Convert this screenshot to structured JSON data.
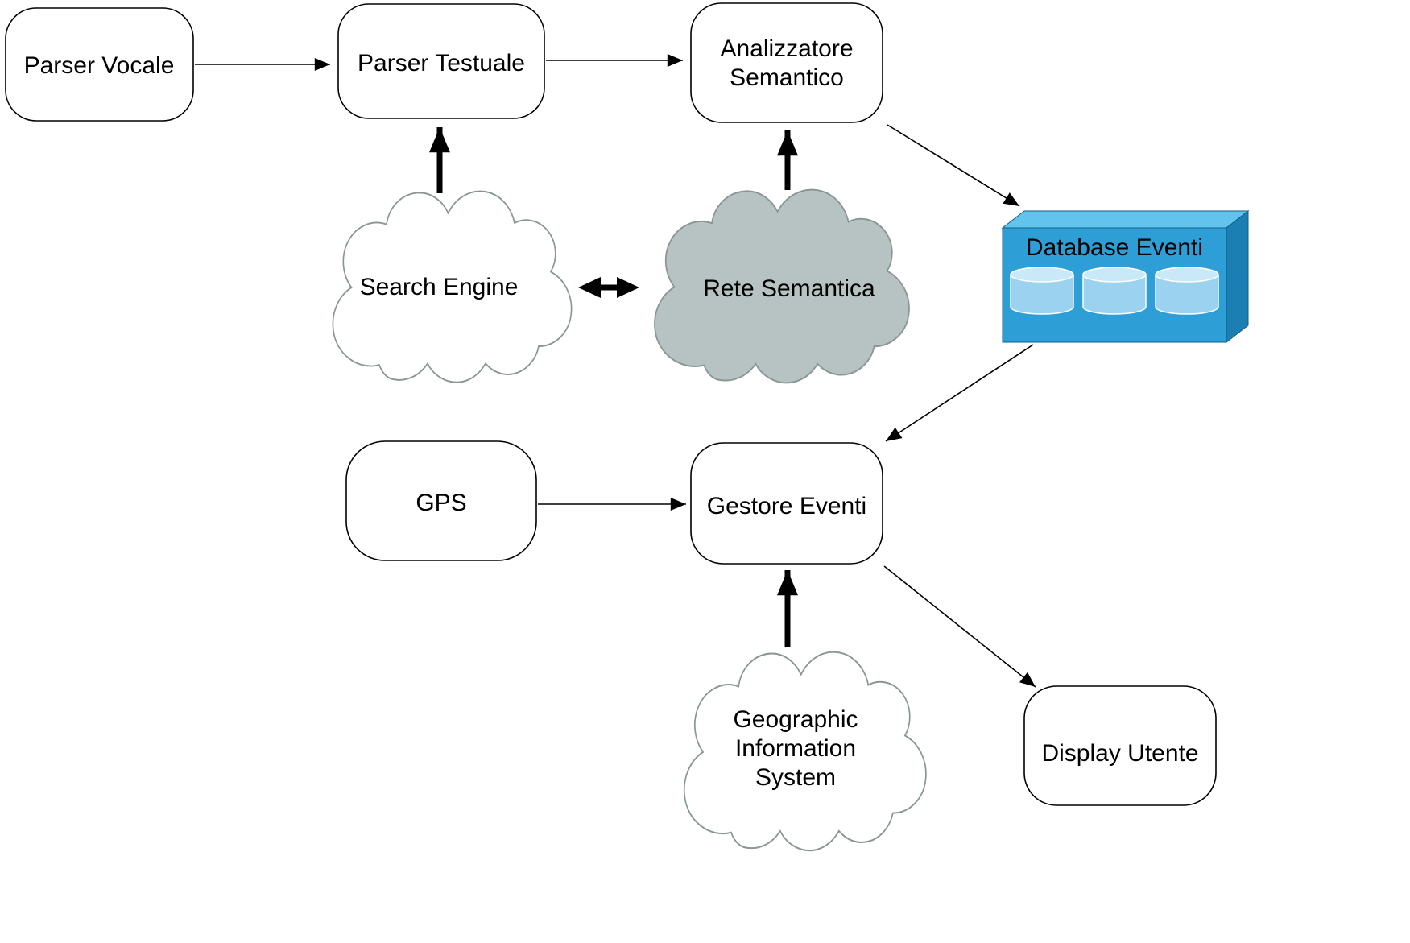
{
  "diagram": {
    "nodes": {
      "parser_vocale": {
        "label": "Parser Vocale"
      },
      "parser_testuale": {
        "label": "Parser Testuale"
      },
      "analizzatore_semantico": {
        "lines": [
          "Analizzatore",
          "Semantico"
        ]
      },
      "search_engine": {
        "label": "Search Engine"
      },
      "rete_semantica": {
        "label": "Rete Semantica"
      },
      "database_eventi": {
        "label": "Database Eventi"
      },
      "gps": {
        "label": "GPS"
      },
      "gestore_eventi": {
        "label": "Gestore Eventi"
      },
      "geographic_information_system": {
        "lines": [
          "Geographic",
          "Information",
          "System"
        ]
      },
      "display_utente": {
        "label": "Display Utente"
      }
    },
    "colors": {
      "db_front": "#2e9fd6",
      "db_top": "#62c4ec",
      "db_side": "#1b7fb4",
      "db_outline": "#0e5e86",
      "cylinder_body": "#9ad2f0",
      "cylinder_top": "#c9e8f8",
      "cloud_gray": "#b7c3c3",
      "cloud_white": "#ffffff",
      "cloud_stroke": "#8a9595"
    },
    "edges": [
      {
        "from": "parser_vocale",
        "to": "parser_testuale",
        "style": "thin"
      },
      {
        "from": "parser_testuale",
        "to": "analizzatore_semantico",
        "style": "thin"
      },
      {
        "from": "search_engine",
        "to": "parser_testuale",
        "style": "thick"
      },
      {
        "from": "rete_semantica",
        "to": "analizzatore_semantico",
        "style": "thick"
      },
      {
        "from": "search_engine",
        "to": "rete_semantica",
        "style": "thick-bidirectional"
      },
      {
        "from": "analizzatore_semantico",
        "to": "database_eventi",
        "style": "thin"
      },
      {
        "from": "database_eventi",
        "to": "gestore_eventi",
        "style": "thin"
      },
      {
        "from": "gps",
        "to": "gestore_eventi",
        "style": "thin"
      },
      {
        "from": "geographic_information_system",
        "to": "gestore_eventi",
        "style": "thick"
      },
      {
        "from": "gestore_eventi",
        "to": "display_utente",
        "style": "thin"
      }
    ]
  }
}
